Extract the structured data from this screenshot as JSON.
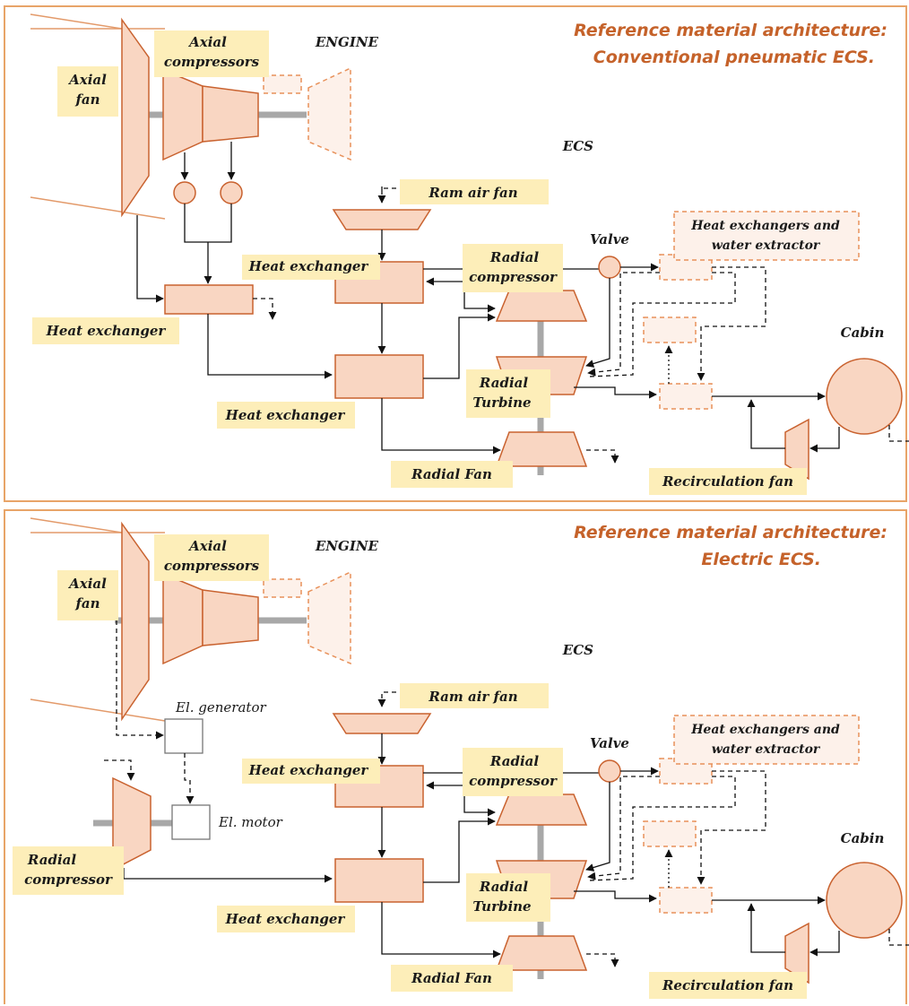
{
  "panels": [
    {
      "title_line1": "Reference material architecture:",
      "title_line2": "Conventional pneumatic ECS.",
      "engine": "ENGINE",
      "ecs": "ECS",
      "axial_fan": [
        "Axial",
        "fan"
      ],
      "axial_compressors": [
        "Axial",
        "compressors"
      ],
      "ram_air_fan": "Ram air fan",
      "valve": "Valve",
      "hx_water": [
        "Heat exchangers and",
        "water extractor"
      ],
      "heat_exchanger_top": "Heat exchanger",
      "radial_compressor": [
        "Radial",
        "compressor"
      ],
      "heat_exchanger_left": "Heat exchanger",
      "heat_exchanger_bottom": "Heat exchanger",
      "radial_turbine": [
        "Radial",
        "Turbine"
      ],
      "cabin": "Cabin",
      "radial_fan": "Radial Fan",
      "recirculation_fan": "Recirculation fan"
    },
    {
      "title_line1": "Reference material architecture:",
      "title_line2": "Electric ECS.",
      "engine": "ENGINE",
      "ecs": "ECS",
      "axial_fan": [
        "Axial",
        "fan"
      ],
      "axial_compressors": [
        "Axial",
        "compressors"
      ],
      "ram_air_fan": "Ram air fan",
      "valve": "Valve",
      "hx_water": [
        "Heat exchangers and",
        "water extractor"
      ],
      "el_generator": "El. generator",
      "el_motor": "El. motor",
      "heat_exchanger_top": "Heat exchanger",
      "radial_compressor": [
        "Radial",
        "compressor"
      ],
      "radial_compressor_left": [
        "Radial",
        "compressor"
      ],
      "heat_exchanger_bottom": "Heat exchanger",
      "radial_turbine": [
        "Radial",
        "Turbine"
      ],
      "cabin": "Cabin",
      "radial_fan": "Radial Fan",
      "recirculation_fan": "Recirculation fan"
    }
  ],
  "colors": {
    "component_fill": "#f9d6c2",
    "component_stroke": "#c9622f",
    "label_highlight": "#fdeeb9",
    "title": "#c5622a",
    "border": "#e8a468"
  }
}
